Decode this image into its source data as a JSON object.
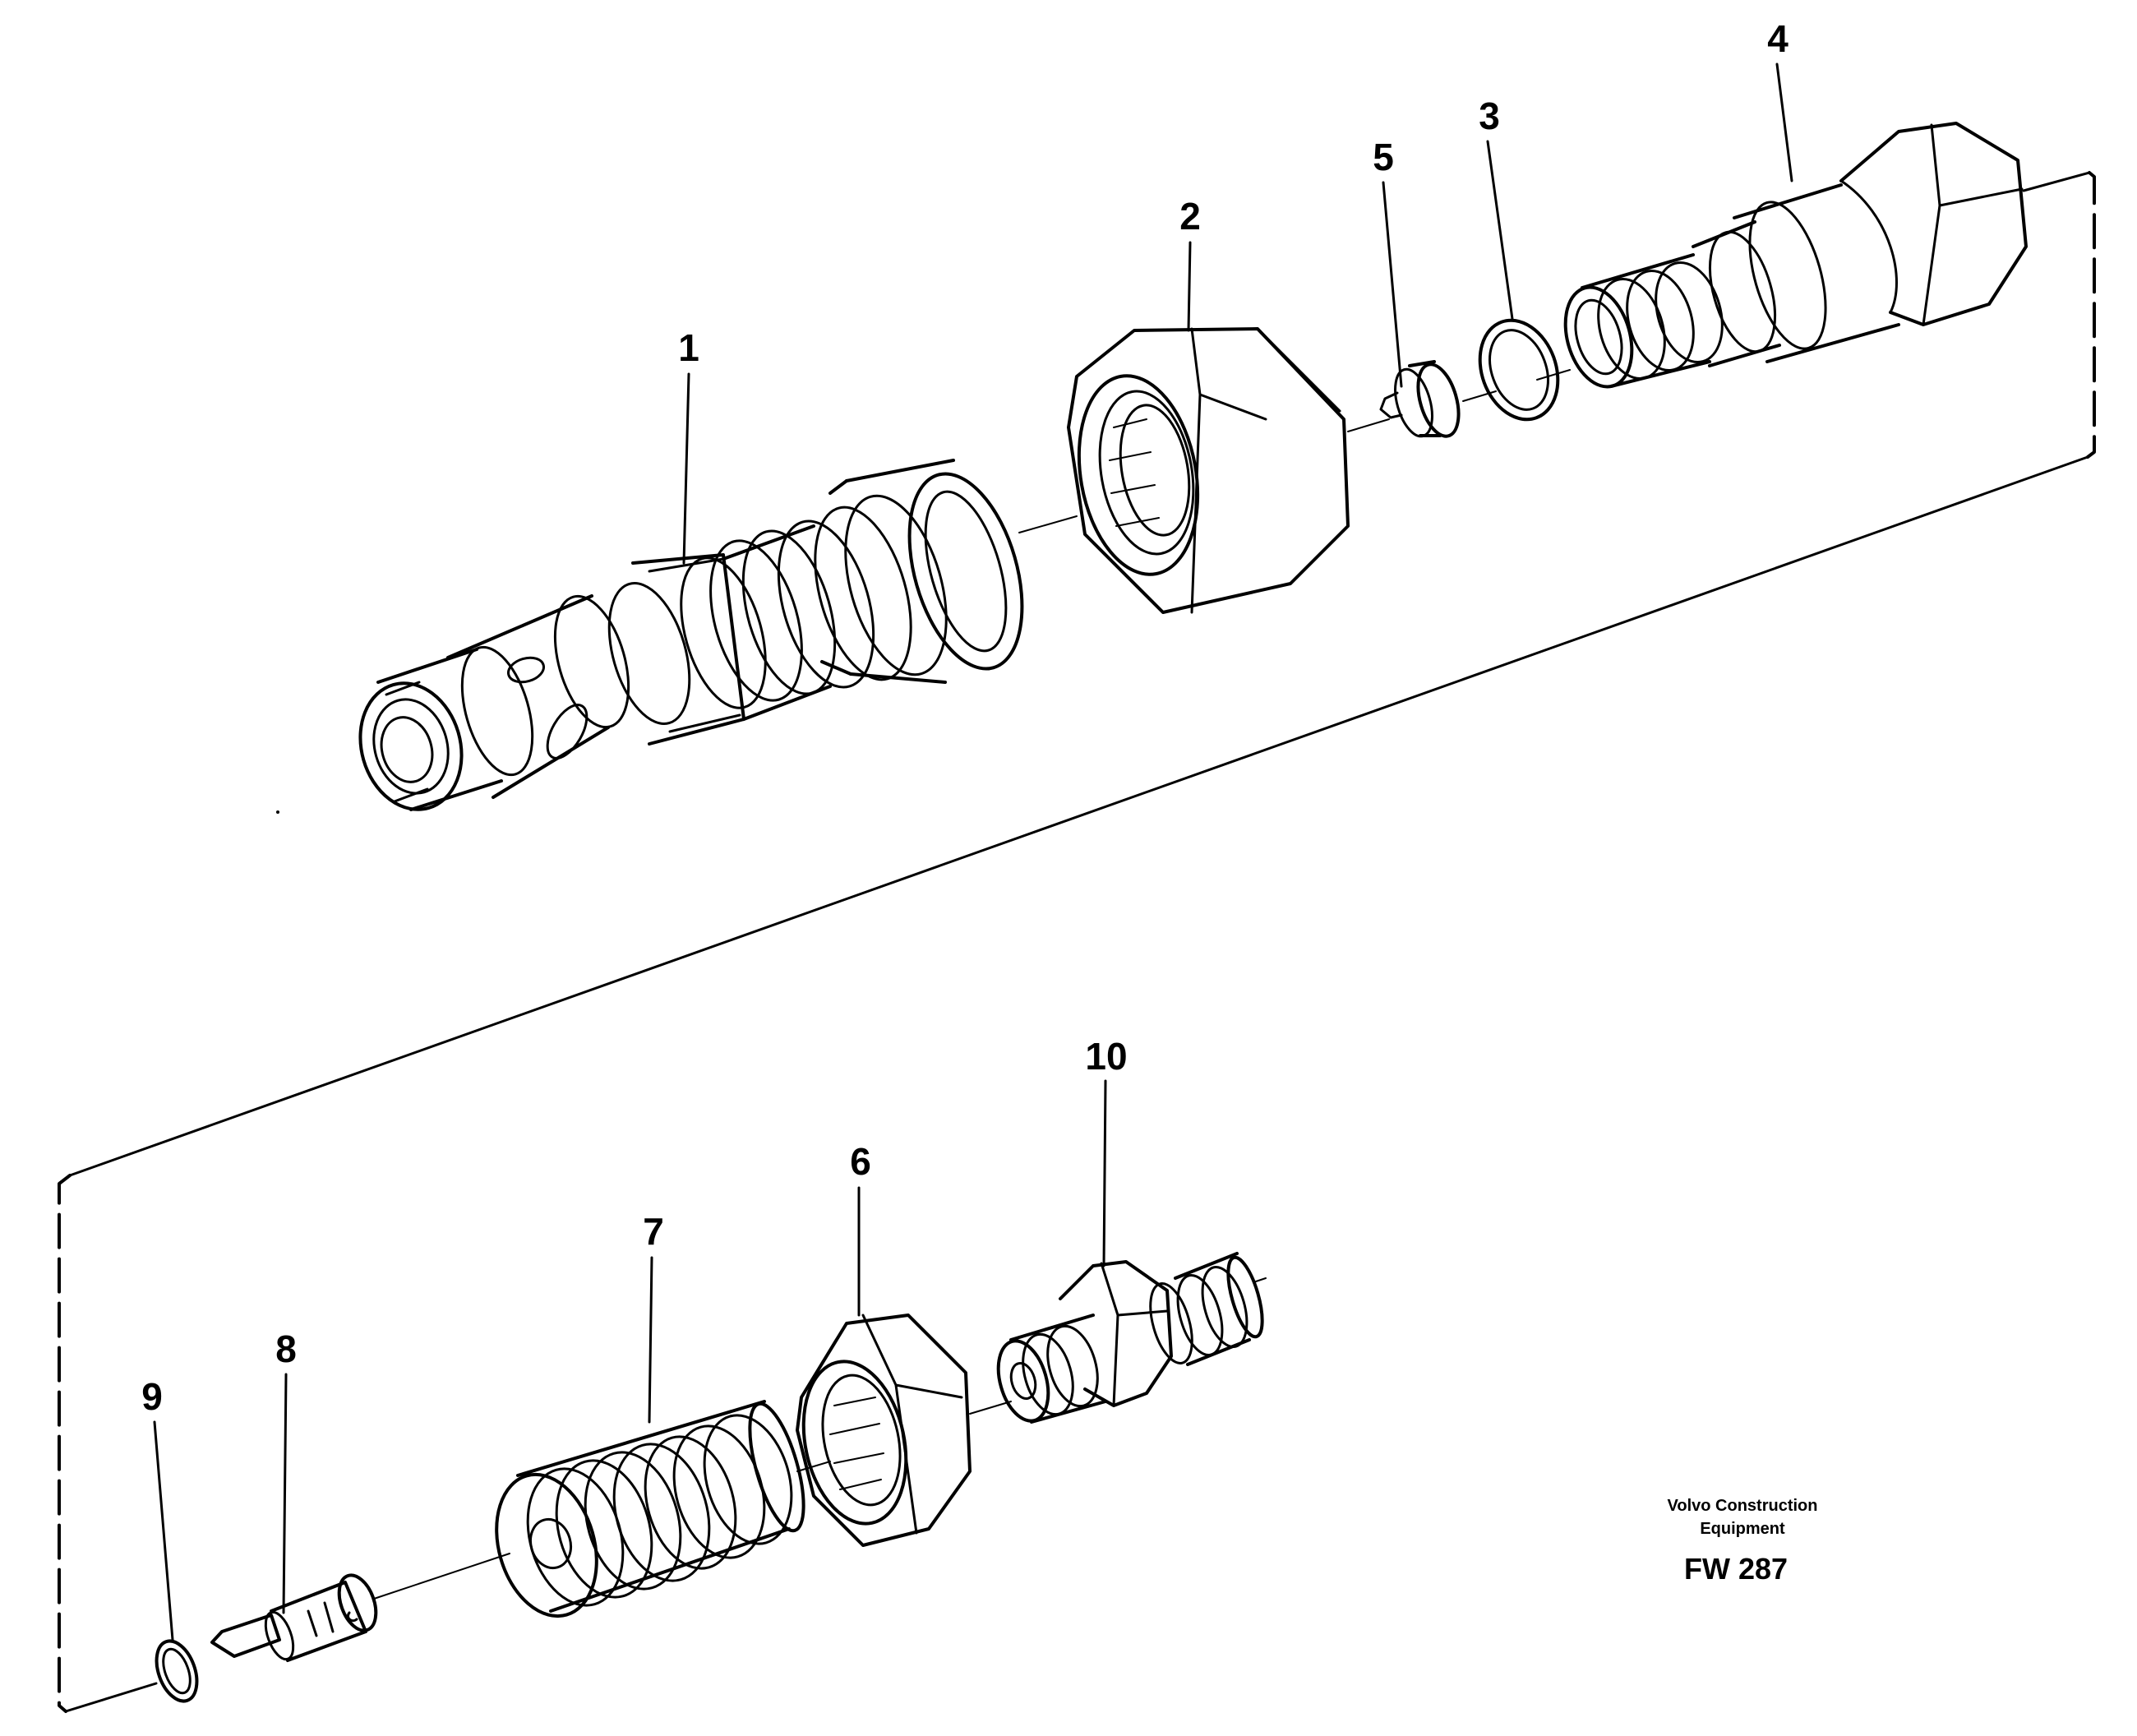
{
  "callouts": [
    {
      "id": "1",
      "label": "1"
    },
    {
      "id": "2",
      "label": "2"
    },
    {
      "id": "3",
      "label": "3"
    },
    {
      "id": "4",
      "label": "4"
    },
    {
      "id": "5",
      "label": "5"
    },
    {
      "id": "6",
      "label": "6"
    },
    {
      "id": "7",
      "label": "7"
    },
    {
      "id": "8",
      "label": "8"
    },
    {
      "id": "9",
      "label": "9"
    },
    {
      "id": "10",
      "label": "10"
    }
  ],
  "caption": {
    "company_line1": "Volvo Construction",
    "company_line2": "Equipment",
    "figure_code": "FW 287"
  },
  "colors": {
    "ink": "#000000",
    "paper": "#ffffff"
  }
}
